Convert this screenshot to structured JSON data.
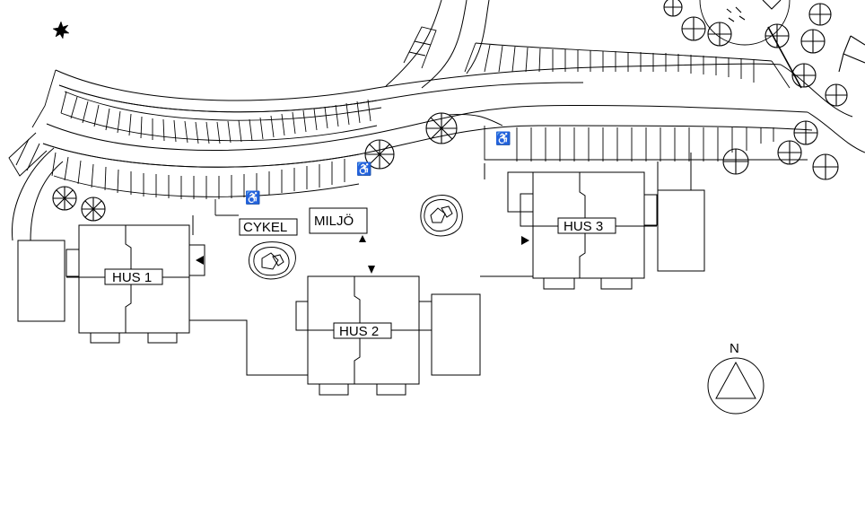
{
  "plan": {
    "buildings": [
      {
        "id": "hus1",
        "label": "HUS 1"
      },
      {
        "id": "hus2",
        "label": "HUS 2"
      },
      {
        "id": "hus3",
        "label": "HUS 3"
      }
    ],
    "facilities": {
      "bike_label": "CYKEL",
      "recycling_label": "MILJÖ"
    },
    "north_label": "N",
    "parking_symbol": "♿"
  },
  "colors": {
    "line": "#000000",
    "background": "#ffffff"
  }
}
